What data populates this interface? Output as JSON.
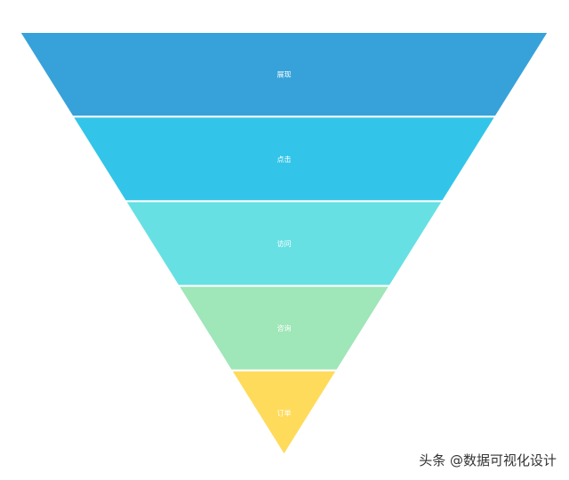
{
  "chart_data": {
    "type": "funnel",
    "categories": [
      "展现",
      "点击",
      "访问",
      "咨询",
      "订单"
    ],
    "values": [
      100,
      80,
      60,
      40,
      20
    ],
    "sort": "descending",
    "min": 0,
    "max": 100,
    "colors": [
      "#37a2da",
      "#32c5e9",
      "#67e0e3",
      "#9fe6b8",
      "#ffdb5c"
    ],
    "label_position": "inside",
    "label_color": "#ffffff"
  },
  "watermark": "头条 @数据可视化设计"
}
